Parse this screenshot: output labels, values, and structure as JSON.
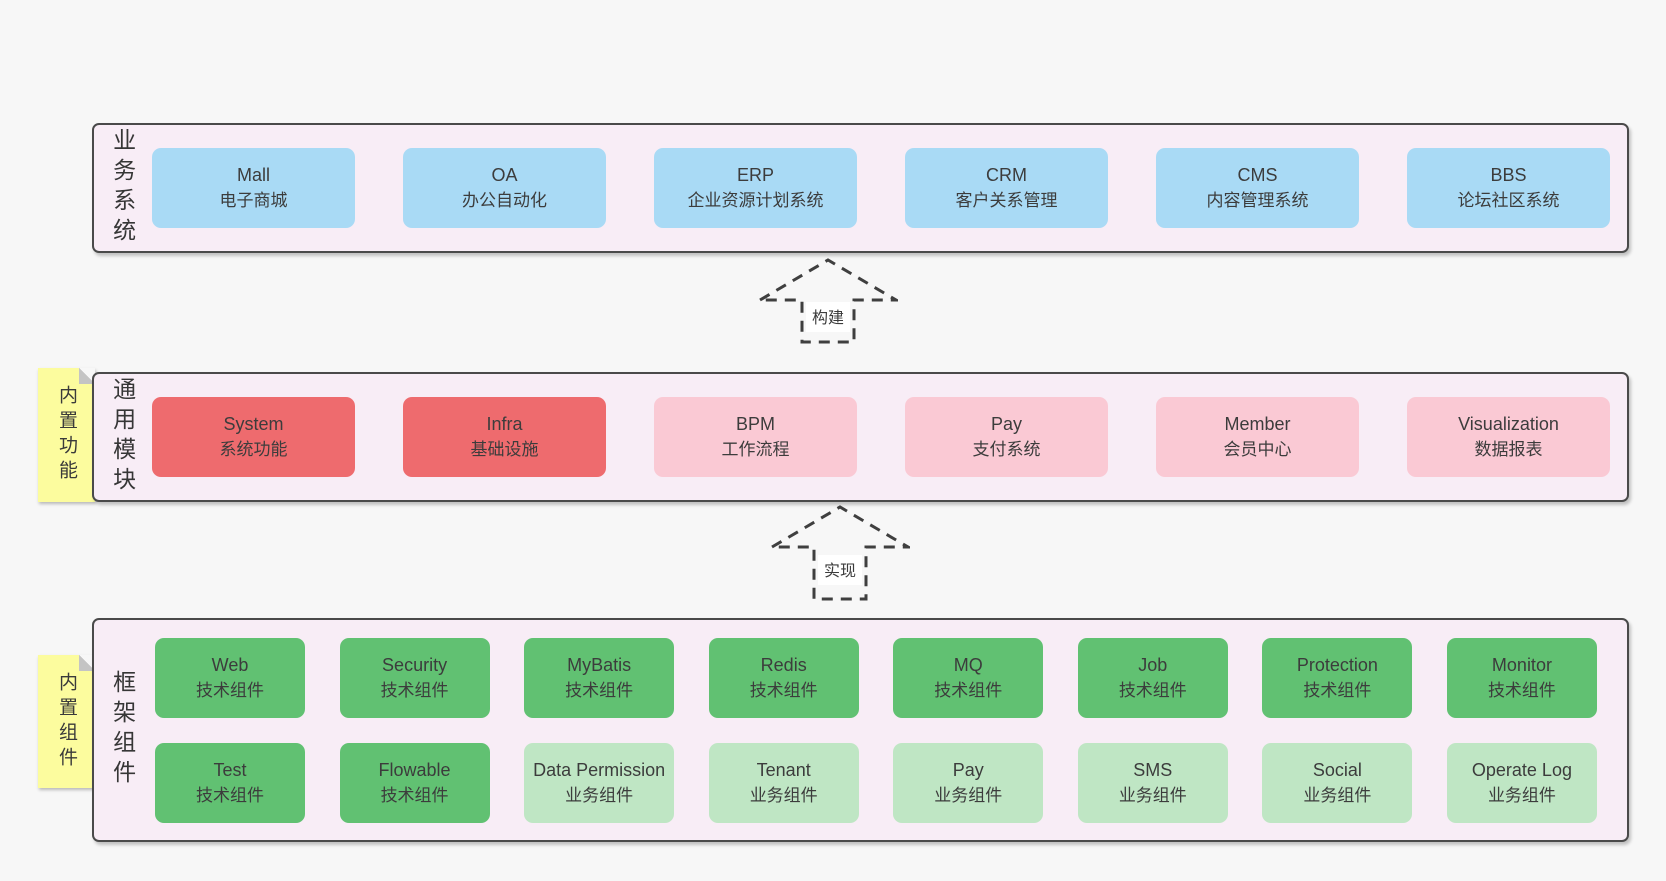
{
  "colors": {
    "page_bg": "#f7f7f7",
    "panel_bg": "#f8edf6",
    "panel_border": "#4a4a4a",
    "blue": "#a9daf5",
    "red": "#ee6b6e",
    "pink": "#fac9d4",
    "green": "#61c172",
    "green_light": "#bfe6c4",
    "sticky": "#fcfc9e"
  },
  "arrows": [
    {
      "label": "构建"
    },
    {
      "label": "实现"
    }
  ],
  "panels": [
    {
      "side_label": "业务系统",
      "sticky": null,
      "rows": [
        [
          {
            "name": "Mall",
            "sub": "电子商城",
            "variant": "blue"
          },
          {
            "name": "OA",
            "sub": "办公自动化",
            "variant": "blue"
          },
          {
            "name": "ERP",
            "sub": "企业资源计划系统",
            "variant": "blue"
          },
          {
            "name": "CRM",
            "sub": "客户关系管理",
            "variant": "blue"
          },
          {
            "name": "CMS",
            "sub": "内容管理系统",
            "variant": "blue"
          },
          {
            "name": "BBS",
            "sub": "论坛社区系统",
            "variant": "blue"
          }
        ]
      ]
    },
    {
      "side_label": "通用模块",
      "sticky": "内置功能",
      "rows": [
        [
          {
            "name": "System",
            "sub": "系统功能",
            "variant": "red"
          },
          {
            "name": "Infra",
            "sub": "基础设施",
            "variant": "red"
          },
          {
            "name": "BPM",
            "sub": "工作流程",
            "variant": "pink"
          },
          {
            "name": "Pay",
            "sub": "支付系统",
            "variant": "pink"
          },
          {
            "name": "Member",
            "sub": "会员中心",
            "variant": "pink"
          },
          {
            "name": "Visualization",
            "sub": "数据报表",
            "variant": "pink"
          }
        ]
      ]
    },
    {
      "side_label": "框架组件",
      "sticky": "内置组件",
      "rows": [
        [
          {
            "name": "Web",
            "sub": "技术组件",
            "variant": "green"
          },
          {
            "name": "Security",
            "sub": "技术组件",
            "variant": "green"
          },
          {
            "name": "MyBatis",
            "sub": "技术组件",
            "variant": "green"
          },
          {
            "name": "Redis",
            "sub": "技术组件",
            "variant": "green"
          },
          {
            "name": "MQ",
            "sub": "技术组件",
            "variant": "green"
          },
          {
            "name": "Job",
            "sub": "技术组件",
            "variant": "green"
          },
          {
            "name": "Protection",
            "sub": "技术组件",
            "variant": "green"
          },
          {
            "name": "Monitor",
            "sub": "技术组件",
            "variant": "green"
          }
        ],
        [
          {
            "name": "Test",
            "sub": "技术组件",
            "variant": "green"
          },
          {
            "name": "Flowable",
            "sub": "技术组件",
            "variant": "green"
          },
          {
            "name": "Data Permission",
            "sub": "业务组件",
            "variant": "green-light"
          },
          {
            "name": "Tenant",
            "sub": "业务组件",
            "variant": "green-light"
          },
          {
            "name": "Pay",
            "sub": "业务组件",
            "variant": "green-light"
          },
          {
            "name": "SMS",
            "sub": "业务组件",
            "variant": "green-light"
          },
          {
            "name": "Social",
            "sub": "业务组件",
            "variant": "green-light"
          },
          {
            "name": "Operate Log",
            "sub": "业务组件",
            "variant": "green-light"
          }
        ]
      ]
    }
  ]
}
